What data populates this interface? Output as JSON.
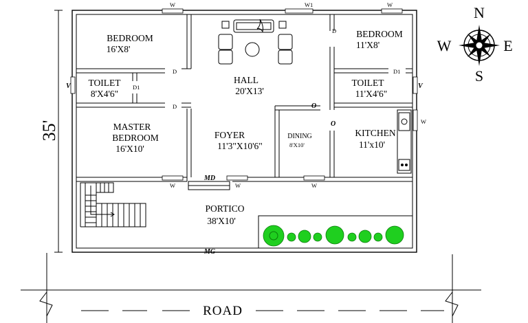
{
  "rooms": {
    "bedroom_left": {
      "name": "BEDROOM",
      "size": "16'X8'"
    },
    "toilet_left": {
      "name": "TOILET",
      "size": "8'X4'6\""
    },
    "master_bedroom": {
      "line1": "MASTER",
      "line2": "BEDROOM",
      "size": "16'X10'"
    },
    "hall": {
      "name": "HALL",
      "size": "20'X13'"
    },
    "foyer": {
      "name": "FOYER",
      "size": "11'3\"X10'6\""
    },
    "bedroom_right": {
      "name": "BEDROOM",
      "size": "11'X8'"
    },
    "toilet_right": {
      "name": "TOILET",
      "size": "11'X4'6\""
    },
    "dining": {
      "name": "DINING",
      "size": "8'X10'"
    },
    "kitchen": {
      "name": "KITCHEN",
      "size": "11'x10'"
    },
    "portico": {
      "name": "PORTICO",
      "size": "38'X10'"
    }
  },
  "openings": {
    "w": "W",
    "w1": "W1",
    "d": "D",
    "d1": "D1",
    "v": "V",
    "o": "O",
    "md": "MD",
    "mg": "MG"
  },
  "compass": {
    "n": "N",
    "s": "S",
    "e": "E",
    "w": "W"
  },
  "dimension": "35'",
  "road": "ROAD"
}
